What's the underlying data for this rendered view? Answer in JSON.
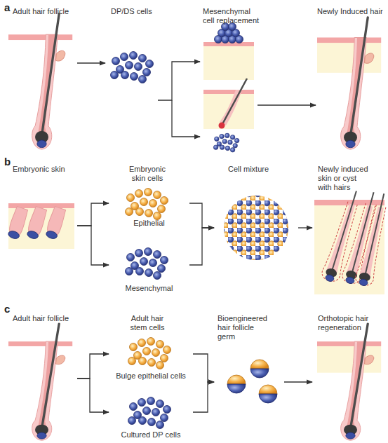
{
  "diagram": {
    "nodes": [
      {
        "text": [
          "Adult hair follicle"
        ]
      },
      {
        "text": [
          "DP/DS cells"
        ]
      },
      {
        "text": [
          "Mesenchymal cell replacement"
        ]
      },
      {
        "text": [
          "Newly Induced hair"
        ]
      },
      {
        "text": [
          "Embryonic skin"
        ]
      },
      {
        "text": [
          "Embryonic skin cells"
        ]
      },
      {
        "text": [
          "Epithelial"
        ],
        "in": 5
      },
      {
        "text": [
          "Mesenchymal"
        ],
        "in": 5
      },
      {
        "text": [
          "Cell mixture"
        ]
      },
      {
        "text": [
          "Newly induced skin or cyst with hairs"
        ]
      },
      {
        "text": [
          "Adult hair follicle"
        ]
      },
      {
        "text": [
          "Adult hair stem cells"
        ]
      },
      {
        "text": [
          "Bulge epithelial cells"
        ],
        "in": 11
      },
      {
        "text": [
          "Cultured DP cells"
        ],
        "in": 11
      },
      {
        "text": [
          "Bioengineered hair follicle germ"
        ]
      },
      {
        "text": [
          "Orthotopic hair regeneration"
        ]
      }
    ],
    "edges": [
      {
        "from": 0,
        "to": 1,
        "arrow": "to"
      },
      {
        "from": 1,
        "to": 2,
        "arrow": "to"
      },
      {
        "from": 2,
        "to": 3,
        "arrow": "to"
      },
      {
        "from": 4,
        "to": 6,
        "arrow": "to"
      },
      {
        "from": 4,
        "to": 7,
        "arrow": "to"
      },
      {
        "from": 6,
        "to": 8,
        "arrow": "to"
      },
      {
        "from": 7,
        "to": 8,
        "arrow": "to"
      },
      {
        "from": 8,
        "to": 9,
        "arrow": "to"
      },
      {
        "from": 10,
        "to": 12,
        "arrow": "to"
      },
      {
        "from": 10,
        "to": 13,
        "arrow": "to"
      },
      {
        "from": 12,
        "to": 14,
        "arrow": "to"
      },
      {
        "from": 13,
        "to": 14,
        "arrow": "to"
      },
      {
        "from": 14,
        "to": 15,
        "arrow": "to"
      }
    ],
    "labels": [
      "a",
      "b",
      "c"
    ]
  }
}
